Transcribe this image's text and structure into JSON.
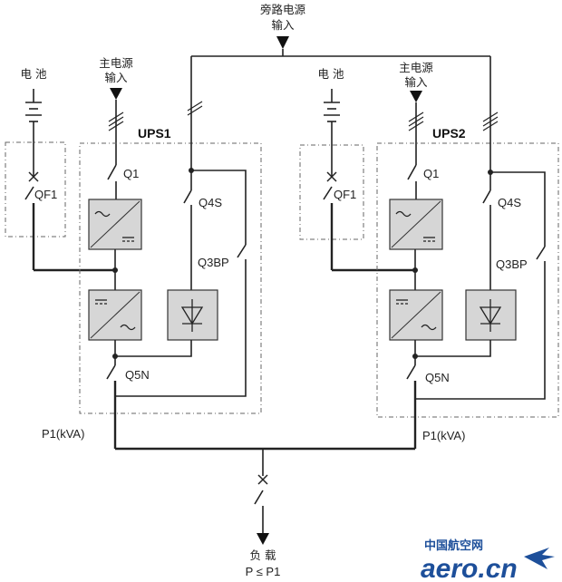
{
  "labels": {
    "bypass_input_1": "旁路电源",
    "bypass_input_2": "输入",
    "battery_left": "电 池",
    "battery_right": "电 池",
    "main_input_left_1": "主电源",
    "main_input_left_2": "输入",
    "main_input_right_1": "主电源",
    "main_input_right_2": "输入",
    "ups1": "UPS1",
    "ups2": "UPS2",
    "q1_left": "Q1",
    "q1_right": "Q1",
    "qf1_left": "QF1",
    "qf1_right": "QF1",
    "q4s_left": "Q4S",
    "q4s_right": "Q4S",
    "q3bp_left": "Q3BP",
    "q3bp_right": "Q3BP",
    "q5n_left": "Q5N",
    "q5n_right": "Q5N",
    "p1_left": "P1(kVA)",
    "p1_right": "P1(kVA)",
    "load_1": "负 载",
    "load_2": "P ≤ P1"
  },
  "watermark": {
    "cn": "中国航空网",
    "en": "aero.cn",
    "color": "#1d4f9a"
  }
}
